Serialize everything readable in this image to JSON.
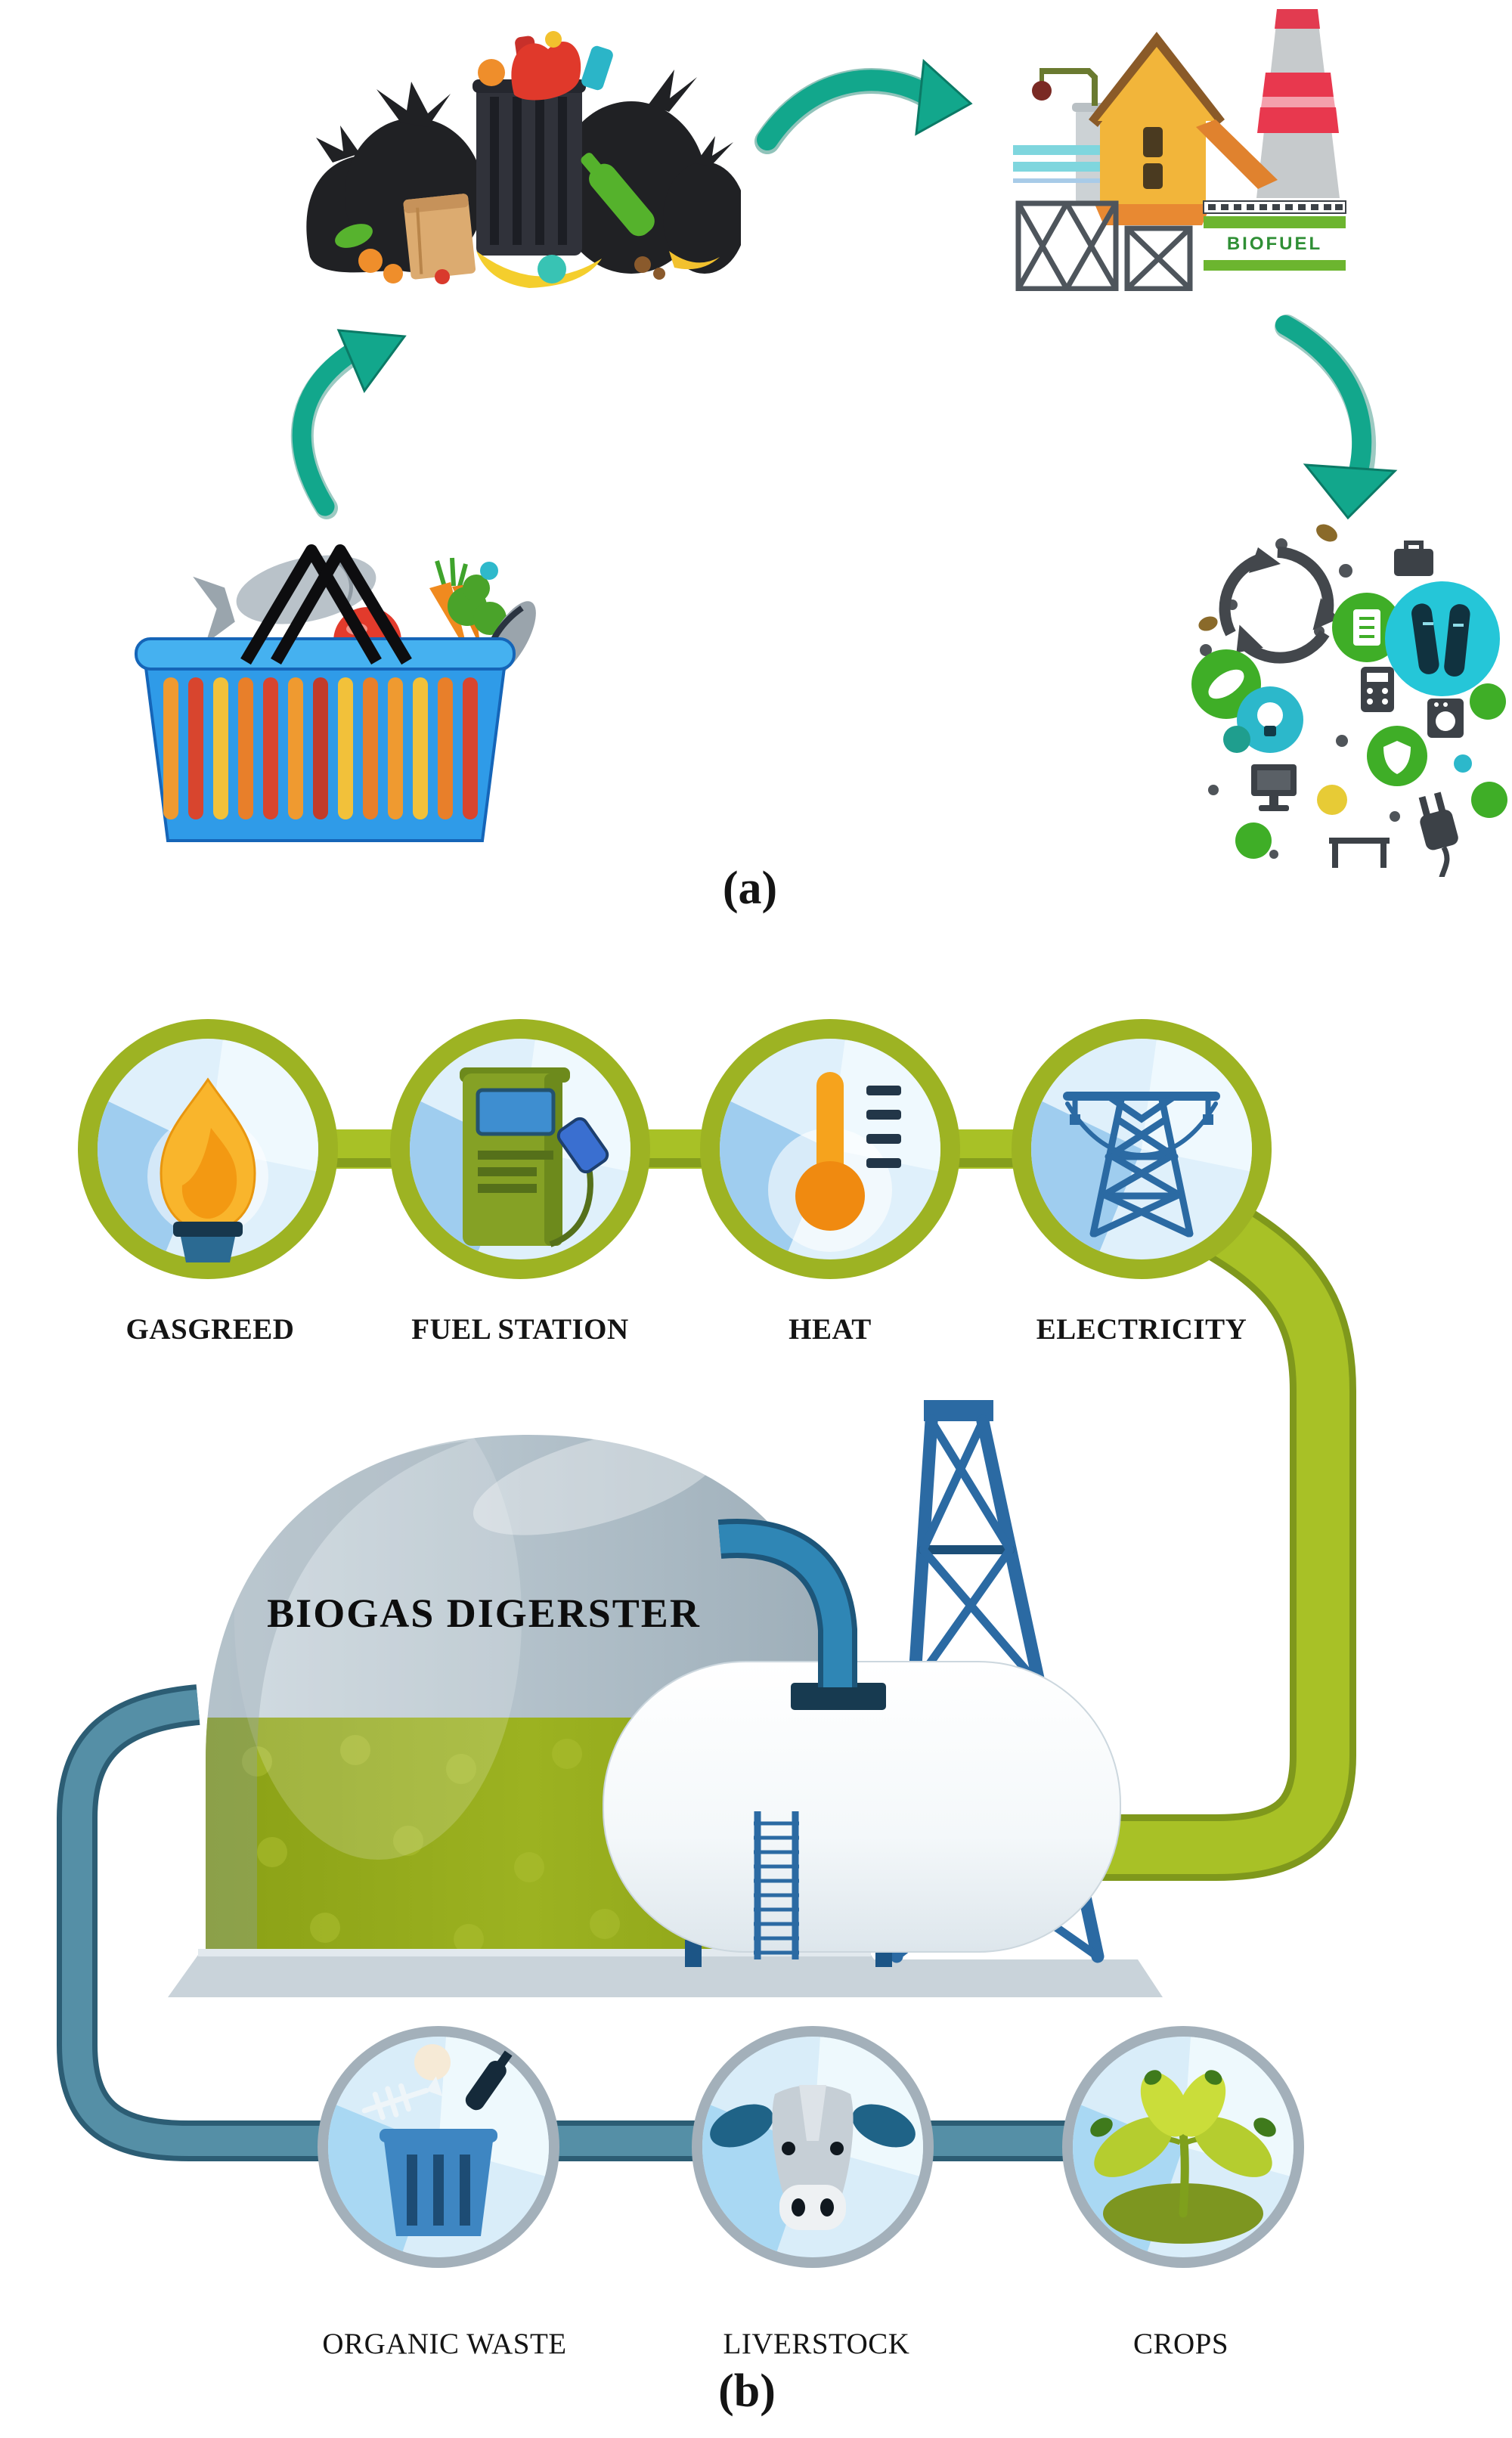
{
  "panel_a": {
    "caption": "(a)",
    "factory_sign": "BIOFUEL",
    "illustrations": [
      {
        "name": "garbage-pile",
        "description": "pile of black trash bags and waste bin with mixed garbage"
      },
      {
        "name": "biofuel-plant",
        "description": "biofuel factory with yellow house, silo and striped chimney"
      },
      {
        "name": "recycled-products",
        "description": "cluster of green and cyan product icons with recycle symbol"
      },
      {
        "name": "grocery-basket",
        "description": "blue shopping basket with fish, bananas, tomato and vegetables"
      }
    ],
    "arrows": [
      "waste-to-plant-arrow",
      "plant-to-products-arrow",
      "basket-to-waste-arrow"
    ],
    "arrow_color": "#12a78c"
  },
  "panel_b": {
    "caption": "(b)",
    "digester_label": "BIOGAS DIGERSTER",
    "outputs": [
      {
        "label": "GASGREED",
        "icon": "flame-icon"
      },
      {
        "label": "FUEL STATION",
        "icon": "fuel-pump-icon"
      },
      {
        "label": "HEAT",
        "icon": "thermometer-icon"
      },
      {
        "label": "ELECTRICITY",
        "icon": "transmission-tower-icon"
      }
    ],
    "inputs": [
      {
        "label": "ORGANIC WASTE",
        "icon": "waste-bin-icon"
      },
      {
        "label": "LIVERSTOCK",
        "icon": "cow-icon"
      },
      {
        "label": "CROPS",
        "icon": "seedling-icon"
      }
    ]
  },
  "colors": {
    "olive_green": "#a8c126",
    "olive_dark": "#7f981c",
    "ring_green": "#9db323",
    "ring_gray": "#a3b0ba",
    "circle_blue": "#dff0fb",
    "wedge_blue": "#9fcdef",
    "teal_arrow": "#12a78c",
    "pipe_teal": "#558fa6",
    "pipe_teal_dark": "#2c5d74",
    "tower_blue": "#2b6aa3",
    "dome_gray": "#b5c3cc",
    "dome_green": "#97ad1d",
    "biofuel_green": "#2f8f35",
    "label_black": "#141414"
  }
}
